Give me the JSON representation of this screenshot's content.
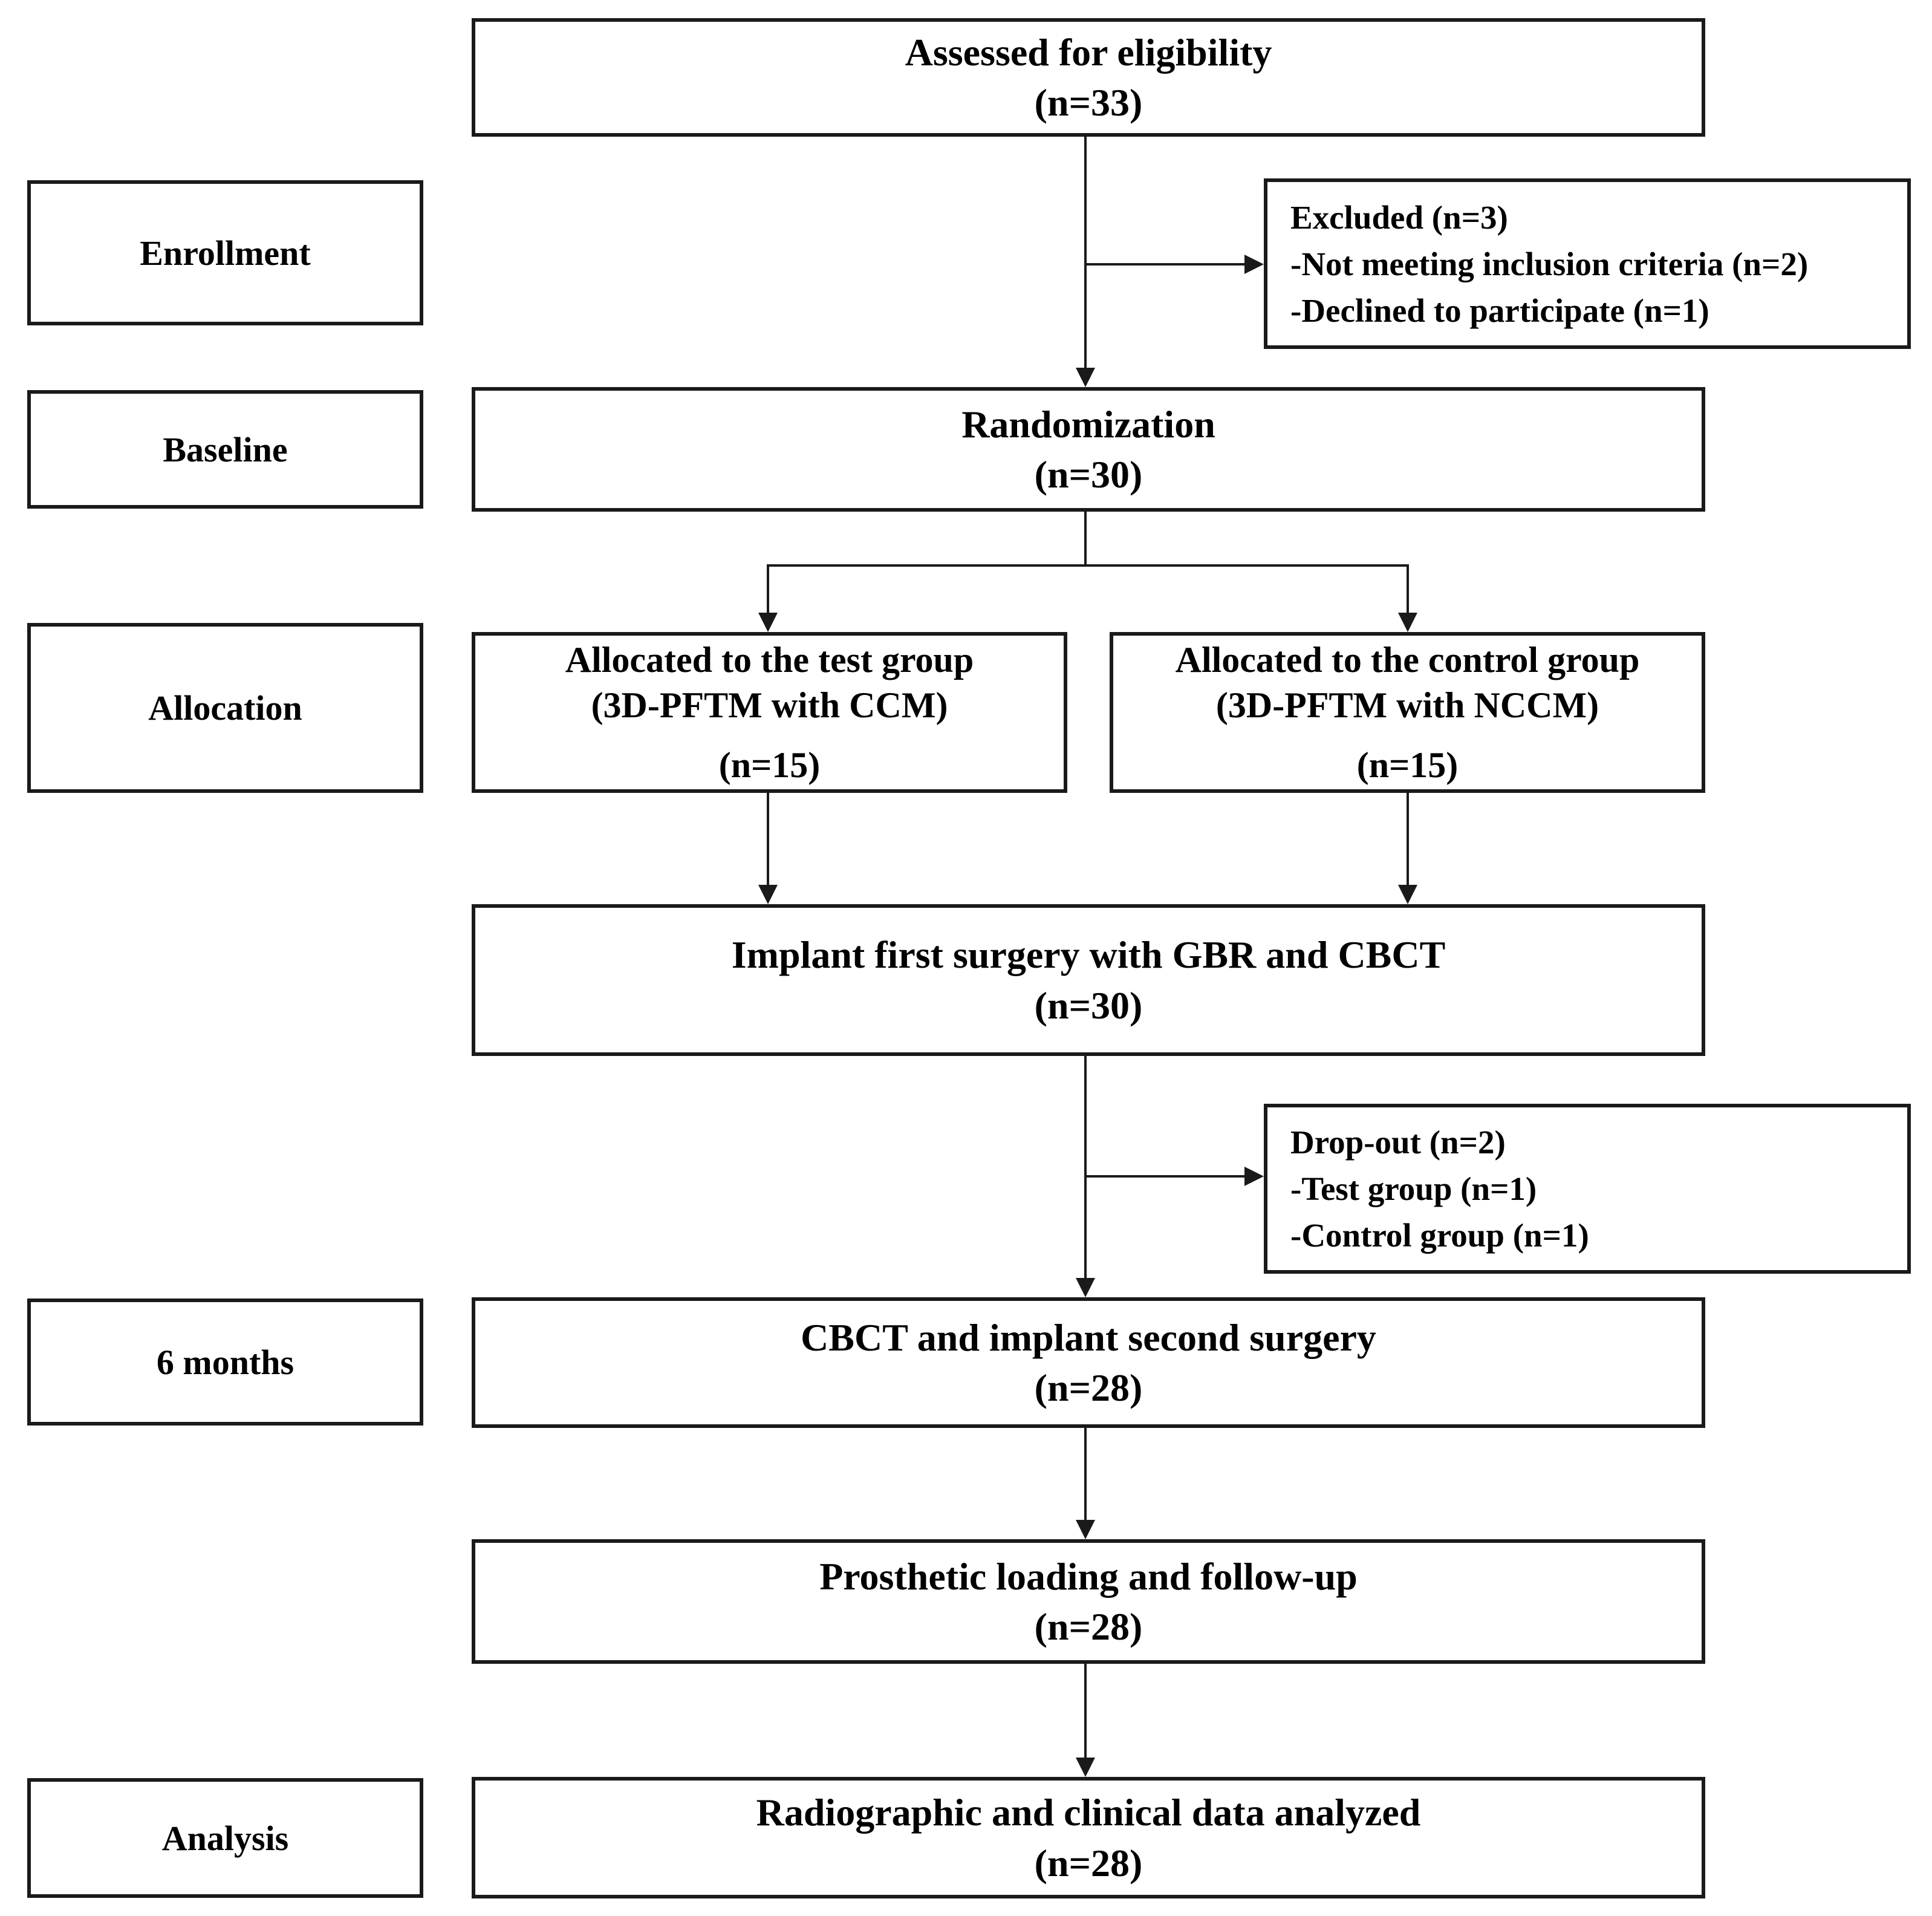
{
  "diagram": {
    "colors": {
      "background": "#ffffff",
      "line": "#1a1a1a",
      "text": "#000000"
    },
    "stage_labels": [
      {
        "label": "Enrollment"
      },
      {
        "label": "Baseline"
      },
      {
        "label": "Allocation"
      },
      {
        "label": "6 months"
      },
      {
        "label": "Analysis"
      }
    ],
    "nodes": {
      "assessed": {
        "line1": "Assessed for eligibility",
        "line2": "(n=33)"
      },
      "excluded": {
        "line1": "Excluded (n=3)",
        "line2": "-Not meeting inclusion criteria (n=2)",
        "line3": "-Declined to participate (n=1)"
      },
      "randomization": {
        "line1": "Randomization",
        "line2": "(n=30)"
      },
      "test_group": {
        "line1": "Allocated to the test group",
        "line2": "(3D-PFTM with CCM)",
        "line3": "(n=15)"
      },
      "control_group": {
        "line1": "Allocated to the control group",
        "line2": "(3D-PFTM with NCCM)",
        "line3": "(n=15)"
      },
      "first_surgery": {
        "line1": "Implant first surgery with GBR and CBCT",
        "line2": "(n=30)"
      },
      "dropout": {
        "line1": "Drop-out (n=2)",
        "line2": "-Test group (n=1)",
        "line3": "-Control group (n=1)"
      },
      "second_surgery": {
        "line1": "CBCT and implant second surgery",
        "line2": "(n=28)"
      },
      "prosthetic_loading": {
        "line1": "Prosthetic loading and follow-up",
        "line2": "(n=28)"
      },
      "data_analyzed": {
        "line1": "Radiographic and clinical data analyzed",
        "line2": "(n=28)"
      }
    }
  }
}
